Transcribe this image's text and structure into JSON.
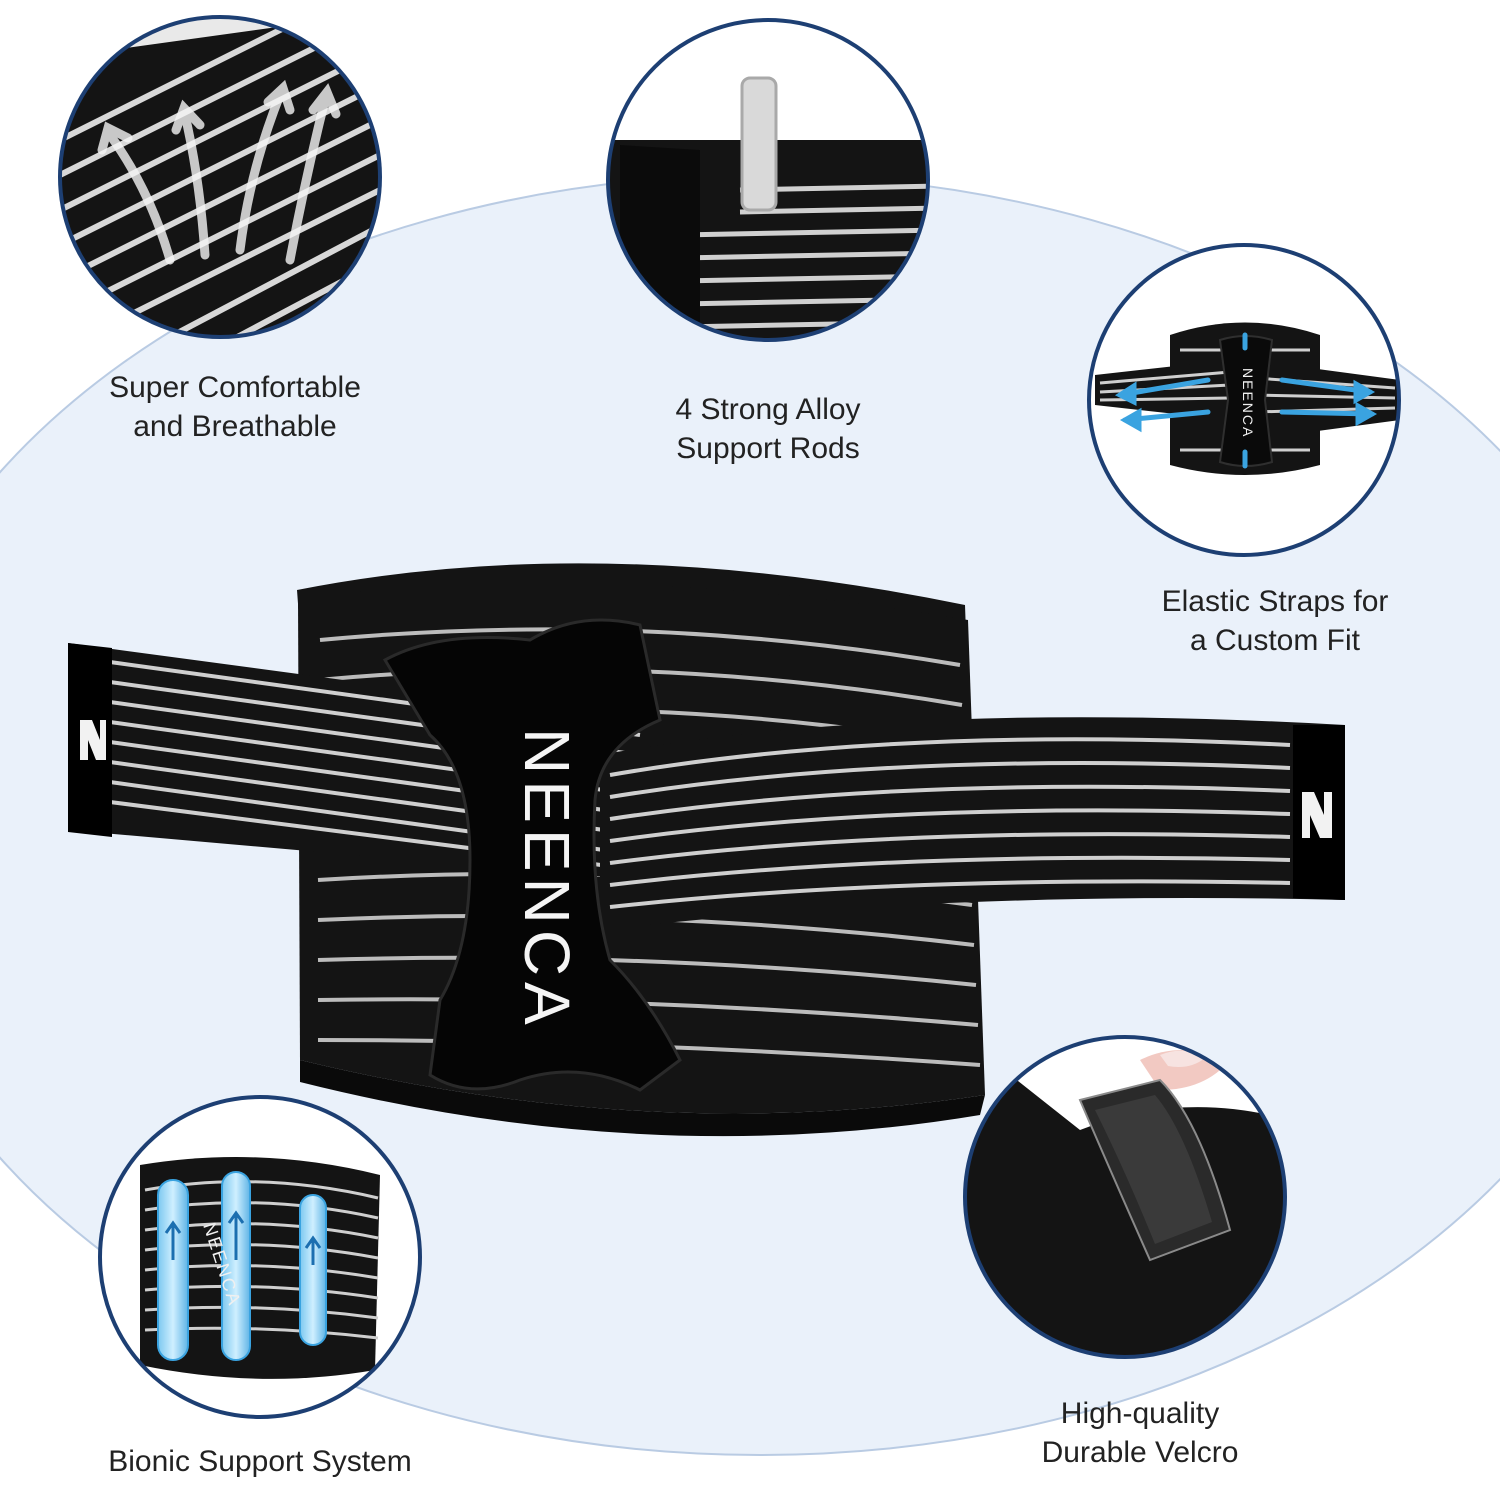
{
  "brand": {
    "name": "NEENCA"
  },
  "features": [
    {
      "id": "breathable",
      "label": "Super Comfortable\nand Breathable",
      "icon": "airflow-arrows-icon"
    },
    {
      "id": "rods",
      "label": "4 Strong Alloy\nSupport Rods",
      "icon": "alloy-rod-icon"
    },
    {
      "id": "straps",
      "label": "Elastic Straps for\na Custom Fit",
      "icon": "stretch-arrows-icon"
    },
    {
      "id": "velcro",
      "label": "High-quality\nDurable Velcro",
      "icon": "velcro-patch-icon"
    },
    {
      "id": "bionic",
      "label": "Bionic Support System",
      "icon": "support-pad-icon"
    }
  ],
  "colors": {
    "circle_border": "#1d3f73",
    "background_ellipse": "#eaf1fa",
    "ellipse_stroke": "#b9cbe3",
    "fabric": "#141414",
    "stripe": "#cfcfcf",
    "accent": "#3aa3e0",
    "text": "#222222"
  }
}
